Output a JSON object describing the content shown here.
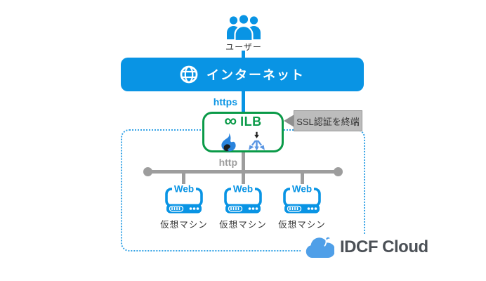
{
  "colors": {
    "primary_blue": "#0994e4",
    "dashed_blue": "#35a3e6",
    "green": "#0a9a48",
    "gray": "#9d9d9d",
    "bubble_bg": "#bcbcbc",
    "bubble_pointer": "#8f8f8f",
    "dark_text": "#333333",
    "logo_blue": "#4f9fe8",
    "logo_text_color": "#4b5056"
  },
  "users": {
    "label": "ユーザー"
  },
  "internet": {
    "label": "インターネット"
  },
  "edges": {
    "https_label": "https",
    "http_label": "http"
  },
  "ilb": {
    "infinity": "∞",
    "label": "ILB"
  },
  "annotation": {
    "label": "SSL認証を終端"
  },
  "servers": [
    {
      "title": "Web",
      "label": "仮想マシン"
    },
    {
      "title": "Web",
      "label": "仮想マシン"
    },
    {
      "title": "Web",
      "label": "仮想マシン"
    }
  ],
  "logo": {
    "label": "IDCF Cloud"
  }
}
